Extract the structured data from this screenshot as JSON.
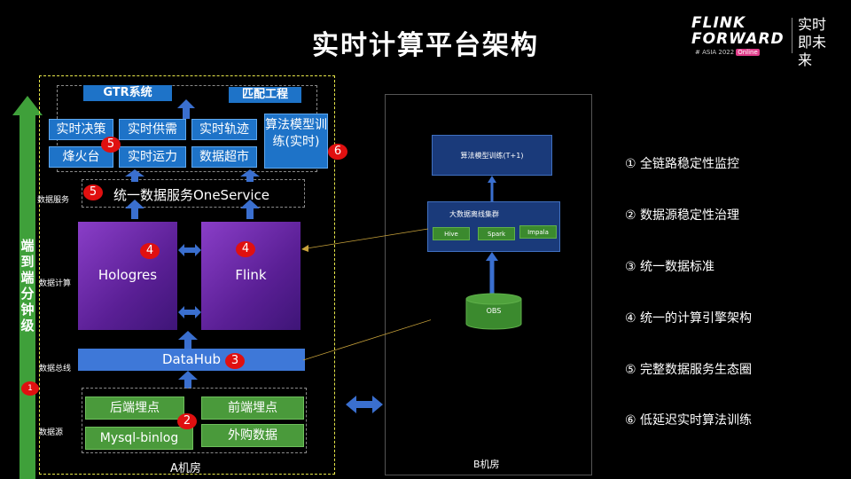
{
  "title": "实时计算平台架构",
  "logo": {
    "line1": "FLINK",
    "line2": "FORWARD",
    "line3": "# ASIA 2022",
    "badge": "Online",
    "slogan": "实时即未来"
  },
  "left_arrow": {
    "text": "端到端分钟级",
    "badge": "1"
  },
  "site_a": {
    "label": "A机房",
    "top": {
      "gtr": "GTR系统",
      "match": "匹配工程"
    },
    "apps": [
      "实时决策",
      "实时供需",
      "实时轨迹",
      "烽火台",
      "实时运力",
      "数据超市"
    ],
    "algo": "算法模型训练(实时)",
    "layers": {
      "service": "数据服务",
      "compute": "数据计算",
      "bus": "数据总线",
      "source": "数据源"
    },
    "oneservice": "统一数据服务OneService",
    "hologres": "Hologres",
    "flink": "Flink",
    "datahub": "DataHub",
    "sources": [
      "后端埋点",
      "前端埋点",
      "Mysql-binlog",
      "外购数据"
    ],
    "badges": {
      "apps": "5",
      "algo": "6",
      "service": "5",
      "hologres": "4",
      "flink": "4",
      "datahub": "3",
      "source": "2"
    }
  },
  "site_b": {
    "label": "B机房",
    "algo": "算法模型训练(T+1)",
    "cluster": "大数据离线集群",
    "engines": [
      "Hive",
      "Spark",
      "Impala"
    ],
    "obs": "OBS"
  },
  "points": [
    "① 全链路稳定性监控",
    "② 数据源稳定性治理",
    "③ 统一数据标准",
    "④ 统一的计算引擎架构",
    "⑤ 完整数据服务生态圈",
    "⑥ 低延迟实时算法训练"
  ],
  "colors": {
    "blue": "#1e73c8",
    "green": "#4a9a3b",
    "purple": "#6a2ab0",
    "badge": "#e01010",
    "arrow_green": "#3fa03a"
  }
}
